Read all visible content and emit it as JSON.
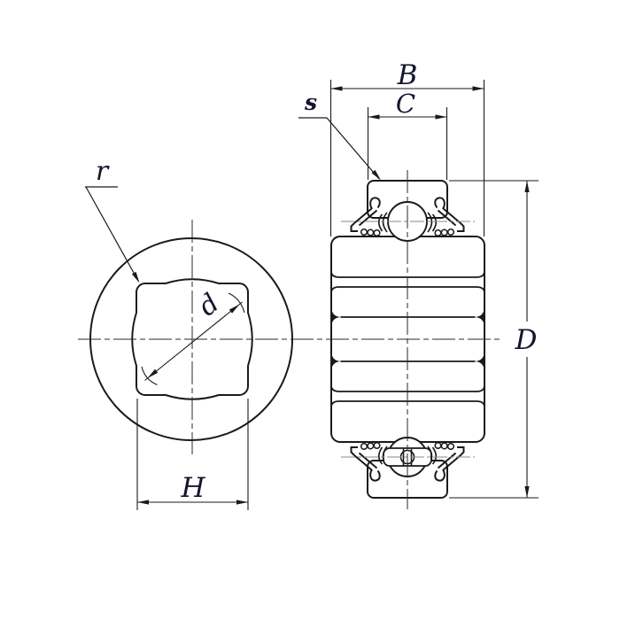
{
  "drawing": {
    "kind": "technical-dimensional-drawing",
    "subject": "square-bore agricultural ball bearing, front view and cross-section",
    "background": "#ffffff",
    "line_color": "#1a1a1a",
    "centerline_color": "#2a2a2a",
    "pitchline_color": "#8a8a8a",
    "label_color": "#14142e",
    "labels": {
      "B": "B",
      "C": "C",
      "D": "D",
      "H": "H",
      "d": "d",
      "r": "r",
      "s": "s"
    }
  }
}
